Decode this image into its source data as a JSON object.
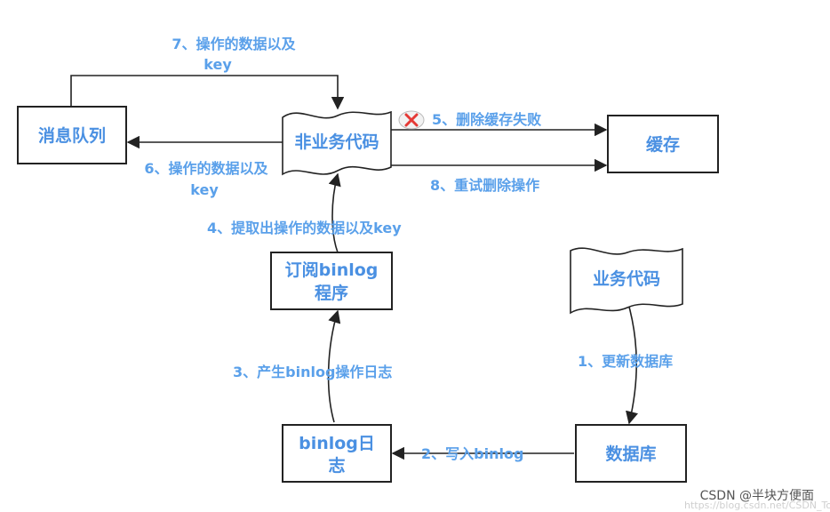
{
  "nodes": {
    "message_queue": "消息队列",
    "non_business_code": "非业务代码",
    "cache": "缓存",
    "subscribe_program_l1": "订阅binlog",
    "subscribe_program_l2": "程序",
    "business_code": "业务代码",
    "binlog_log_l1": "binlog日",
    "binlog_log_l2": "志",
    "database": "数据库"
  },
  "edges": {
    "step1": "1、更新数据库",
    "step2": "2、写入binlog",
    "step3": "3、产生binlog操作日志",
    "step4": "4、提取出操作的数据以及key",
    "step5": "5、删除缓存失败",
    "step6_l1": "6、操作的数据以及",
    "step6_l2": "key",
    "step7_l1": "7、操作的数据以及",
    "step7_l2": "key",
    "step8": "8、重试删除操作"
  },
  "colors": {
    "label": "#5aa0ea",
    "node_text": "#4a90e2",
    "stroke": "#222222",
    "fail_icon": "#e53935"
  },
  "icons": {
    "fail": "error-x-icon"
  },
  "watermark": {
    "text": "CSDN @半块方便面",
    "faint_url": "https://blog.csdn.net/CSDN_Tok"
  }
}
